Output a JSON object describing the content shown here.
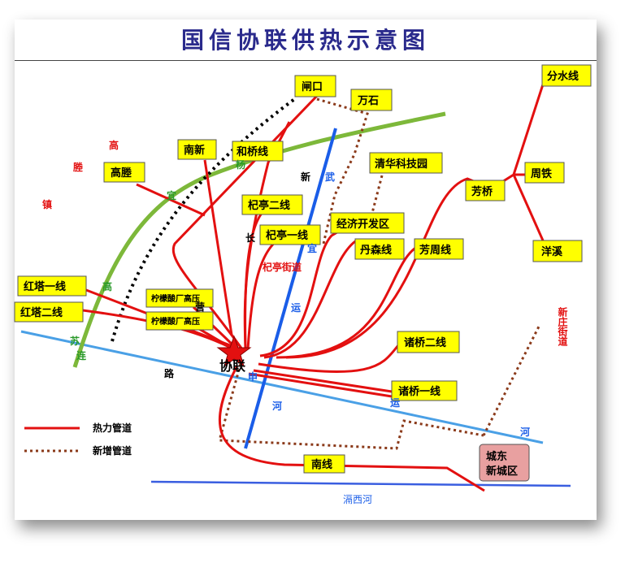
{
  "title": "国信协联供热示意图",
  "center": "协联",
  "colors": {
    "heat_pipe": "#e31010",
    "new_pipe": "#8b3a1a",
    "road_green": "#7db83a",
    "road_blue": "#1a5de8",
    "river": "#4aa0e6",
    "box_fill": "#ffff00",
    "box_pink": "#e8a0a0"
  },
  "boxes": {
    "zhakou": "闸口",
    "wanshi": "万石",
    "nanxin": "南新",
    "heqiao": "和桥线",
    "gaosai": "高塍",
    "qinghua": "清华科技园",
    "qiting2": "杞亭二线",
    "jingji": "经济开发区",
    "qiting1": "杞亭一线",
    "dansen": "丹森线",
    "fangzhou": "芳周线",
    "fangqiao": "芳桥",
    "fenshui": "分水线",
    "zhoutie": "周铁",
    "yangxi": "洋溪",
    "hongta1": "红塔一线",
    "hongta2": "红塔二线",
    "ningmeng1": "柠檬酸厂高压",
    "ningmeng2": "柠檬酸厂高压",
    "zhuqiao2": "诸桥二线",
    "zhuqiao1": "诸桥一线",
    "nanxian": "南线",
    "chengdong": "城东新城区"
  },
  "labels": {
    "gao1": "高",
    "sai": "塍",
    "zhen": "镇",
    "gao2": "高",
    "yi1": "宜",
    "yang": "杨",
    "xin": "新",
    "wu": "武",
    "yi2": "宜",
    "chang": "长",
    "qiting_road": "杞亭街道",
    "su": "苏",
    "yan": "连",
    "lu": "路",
    "shen": "申",
    "su2": "运",
    "he1": "河",
    "su3": "运",
    "he2": "河",
    "xinzhuang": "新庄街道",
    "xiaoxihe": "滆西河",
    "ying": "营"
  },
  "legend": {
    "heat": "热力管道",
    "new": "新增管道"
  }
}
